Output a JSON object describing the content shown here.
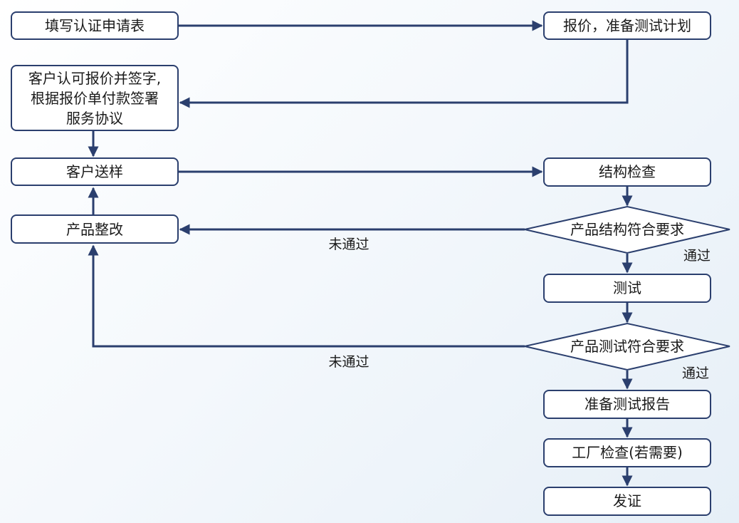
{
  "colors": {
    "stroke": "#2b3f6e",
    "box_fill": "#ffffff",
    "text": "#1a1a1a"
  },
  "nodes": {
    "apply": "填写认证申请表",
    "quote": "报价，准备测试计划",
    "confirm_l1": "客户认可报价并签字,",
    "confirm_l2": "根据报价单付款签署",
    "confirm_l3": "服务协议",
    "sample": "客户送样",
    "structure_check": "结构检查",
    "rectify": "产品整改",
    "structure_ok": "产品结构符合要求",
    "test": "测试",
    "test_ok": "产品测试符合要求",
    "report": "准备测试报告",
    "factory": "工厂检查(若需要)",
    "certify": "发证"
  },
  "edges": {
    "fail_1": "未通过",
    "pass_1": "通过",
    "fail_2": "未通过",
    "pass_2": "通过"
  }
}
